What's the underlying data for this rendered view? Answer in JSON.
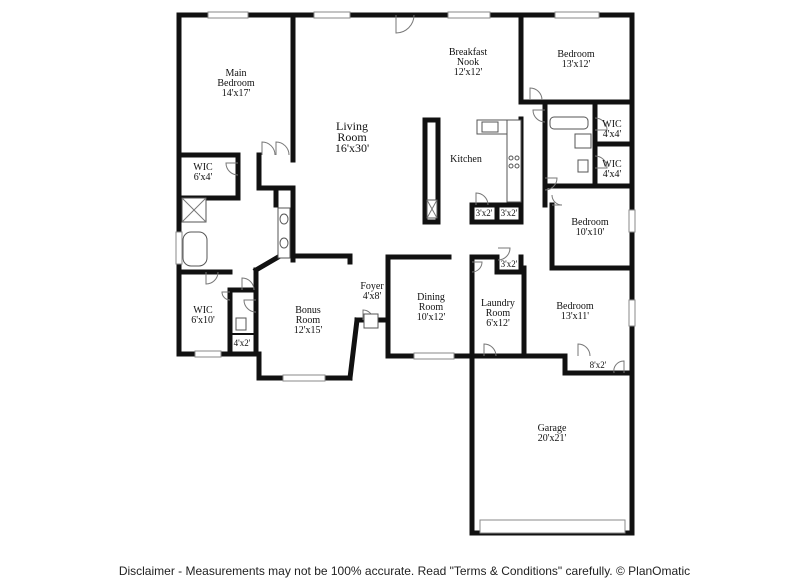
{
  "rooms": {
    "main_bedroom": {
      "name_l1": "Main",
      "name_l2": "Bedroom",
      "dim": "14'x17'"
    },
    "living_room": {
      "name_l1": "Living",
      "name_l2": "Room",
      "dim": "16'x30'"
    },
    "breakfast_nook": {
      "name_l1": "Breakfast",
      "name_l2": "Nook",
      "dim": "12'x12'"
    },
    "bedroom_ne": {
      "name": "Bedroom",
      "dim": "13'x12'"
    },
    "wic_ne_top": {
      "name": "WIC",
      "dim": "4'x4'"
    },
    "wic_ne_bottom": {
      "name": "WIC",
      "dim": "4'x4'"
    },
    "kitchen": {
      "name": "Kitchen"
    },
    "wic_main_upper": {
      "name": "WIC",
      "dim": "6'x4'"
    },
    "bedroom_mid": {
      "name": "Bedroom",
      "dim": "10'x10'"
    },
    "closet_a": {
      "dim": "3'x2'"
    },
    "closet_b": {
      "dim": "3'x2'"
    },
    "closet_c": {
      "dim": "3'x2'"
    },
    "foyer": {
      "name": "Foyer",
      "dim": "4'x8'"
    },
    "bonus_room": {
      "name_l1": "Bonus",
      "name_l2": "Room",
      "dim": "12'x15'"
    },
    "dining_room": {
      "name_l1": "Dining",
      "name_l2": "Room",
      "dim": "10'x12'"
    },
    "laundry_room": {
      "name_l1": "Laundry",
      "name_l2": "Room",
      "dim": "6'x12'"
    },
    "bedroom_se": {
      "name": "Bedroom",
      "dim": "13'x11'"
    },
    "wic_main_lower": {
      "name": "WIC",
      "dim": "6'x10'"
    },
    "closet_4x2": {
      "dim": "4'x2'"
    },
    "closet_8x2": {
      "dim": "8'x2'"
    },
    "garage": {
      "name": "Garage",
      "dim": "20'x21'"
    }
  },
  "disclaimer": "Disclaimer - Measurements may not be 100% accurate. Read \"Terms & Conditions\" carefully. © PlanOmatic",
  "colors": {
    "wall": "#111111",
    "fixture": "#555555",
    "window": "#8a8a8a"
  }
}
